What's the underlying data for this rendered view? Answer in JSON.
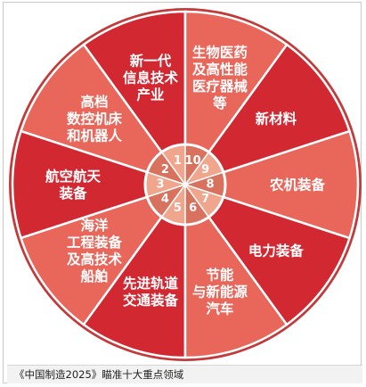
{
  "caption": "《中国制造2025》瞄准十大重点领域",
  "colors": {
    "sector_dark": "#d12832",
    "sector_light": "#e8665a",
    "outer_ring": "#c23a3a",
    "hub_dark": "#d9715f",
    "hub_light": "#f0a58d",
    "separator": "#ffffff"
  },
  "fields": [
    {
      "number": "1",
      "label_lines": [
        "新一代",
        "信息技术",
        "产业"
      ]
    },
    {
      "number": "2",
      "label_lines": [
        "高档",
        "数控机床",
        "和机器人"
      ]
    },
    {
      "number": "3",
      "label_lines": [
        "航空航天",
        "装备"
      ]
    },
    {
      "number": "4",
      "label_lines": [
        "海洋",
        "工程装备",
        "及高技术",
        "船舶"
      ]
    },
    {
      "number": "5",
      "label_lines": [
        "先进轨道",
        "交通装备"
      ]
    },
    {
      "number": "6",
      "label_lines": [
        "节能",
        "与新能源",
        "汽车"
      ]
    },
    {
      "number": "7",
      "label_lines": [
        "电力装备"
      ]
    },
    {
      "number": "8",
      "label_lines": [
        "农机装备"
      ]
    },
    {
      "number": "9",
      "label_lines": [
        "新材料"
      ]
    },
    {
      "number": "10",
      "label_lines": [
        "生物医药",
        "及高性能",
        "医疗器械",
        "等"
      ]
    }
  ]
}
